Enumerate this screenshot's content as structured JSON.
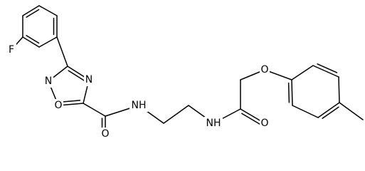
{
  "molecule": {
    "atoms": [
      {
        "key": "F",
        "label": "F"
      },
      {
        "key": "N_ring_upper",
        "label": "N"
      },
      {
        "key": "N_ring_lower",
        "label": "N"
      },
      {
        "key": "O_ring",
        "label": "O"
      },
      {
        "key": "O_carbonyl_1",
        "label": "O"
      },
      {
        "key": "NH_1",
        "label": "NH"
      },
      {
        "key": "NH_2",
        "label": "NH"
      },
      {
        "key": "O_carbonyl_2",
        "label": "O"
      },
      {
        "key": "O_ether",
        "label": "O"
      }
    ]
  },
  "colors": {
    "bond": "#000000",
    "text": "#000000",
    "background": "#ffffff"
  }
}
